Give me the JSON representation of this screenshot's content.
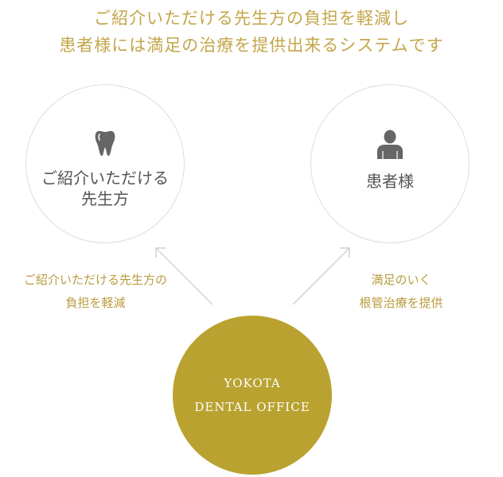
{
  "headline": {
    "line1": "ご紹介いただける先生方の負担を軽減し",
    "line2": "患者様には満足の治療を提供出来るシステムです"
  },
  "referrer": {
    "icon": "tooth-icon",
    "label_line1": "ご紹介いただける",
    "label_line2": "先生方"
  },
  "patient": {
    "icon": "person-icon",
    "label": "患者様"
  },
  "benefits": {
    "left_line1": "ご紹介いただける先生方の",
    "left_line2": "負担を軽減",
    "right_line1": "満足のいく",
    "right_line2": "根管治療を提供"
  },
  "office": {
    "line1": "YOKOTA",
    "line2": "DENTAL OFFICE"
  },
  "colors": {
    "accent": "#c3a64a",
    "office_fill": "#b9a230",
    "icon": "#666666",
    "circle_border": "#dddddd"
  }
}
